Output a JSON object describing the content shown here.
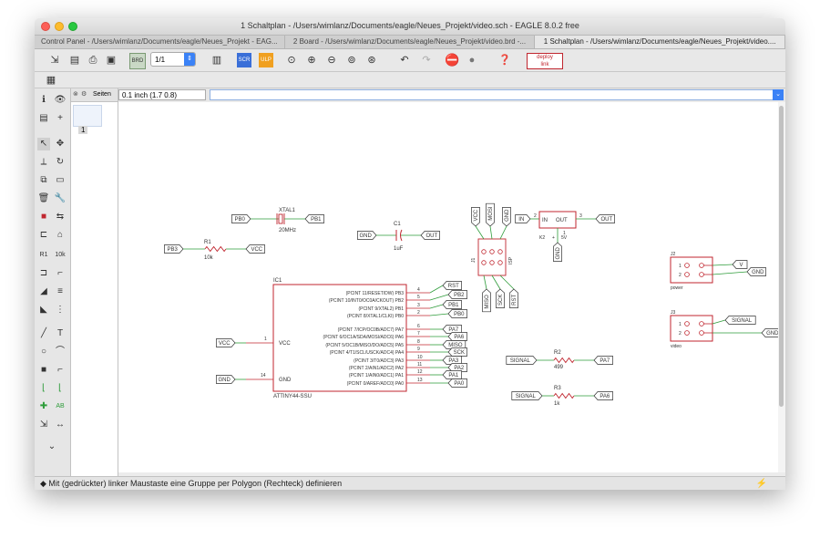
{
  "window": {
    "title": "1 Schaltplan - /Users/wimlanz/Documents/eagle/Neues_Projekt/video.sch - EAGLE 8.0.2 free"
  },
  "tabs": [
    {
      "label": "Control Panel - /Users/wimlanz/Documents/eagle/Neues_Projekt - EAG..."
    },
    {
      "label": "2 Board - /Users/wimlanz/Documents/eagle/Neues_Projekt/video.brd -..."
    },
    {
      "label": "1 Schaltplan - /Users/wimlanz/Documents/eagle/Neues_Projekt/video...."
    }
  ],
  "toolbar": {
    "sheet_value": "1/1",
    "deploy_label": "deploy",
    "link_label": "link"
  },
  "sheet_panel": {
    "header": "Seiten",
    "sheet_number": "1"
  },
  "coords": {
    "value": "0.1 inch (1.7 0.8)",
    "command": ""
  },
  "status": {
    "text": "Mit (gedrückter) linker Maustaste eine Gruppe per Polygon (Rechteck) definieren"
  },
  "schematic": {
    "xtal": {
      "name": "XTAL1",
      "value": "20MHz",
      "left_net": "PB0",
      "right_net": "PB1"
    },
    "r1": {
      "name": "R1",
      "value": "10k",
      "left_net": "PB3",
      "right_net": "VCC"
    },
    "c1": {
      "name": "C1",
      "value": "1uF",
      "left_net": "GND",
      "right_net": "OUT"
    },
    "regulator": {
      "in_label": "IN",
      "out_label": "OUT",
      "pin_in": "2",
      "pin_out": "3",
      "pin_gnd": "1",
      "bottom_left": "K2",
      "bottom_mid": "+",
      "bottom_right": "5V",
      "in_net": "IN",
      "out_net": "OUT",
      "gnd_net": "GND"
    },
    "isp": {
      "name": "J1",
      "label": "ISP",
      "top_nets": [
        "VCC",
        "MOSI",
        "GND"
      ],
      "bottom_nets": [
        "MISO",
        "SCK",
        "RST"
      ]
    },
    "ic1": {
      "name": "IC1",
      "part": "ATTINY44-SSU",
      "vcc_label": "VCC",
      "gnd_label": "GND",
      "vcc_net": "VCC",
      "gnd_net": "GND",
      "vcc_pin": "1",
      "gnd_pin": "14",
      "pins": [
        {
          "label": "(PCINT 11/RESET/DW) PB3",
          "num": "4",
          "net": "RST"
        },
        {
          "label": "(PCINT 10/INT0/OC0A/CKOUT) PB2",
          "num": "5",
          "net": "PB2"
        },
        {
          "label": "(PCINT 9/XTAL2) PB1",
          "num": "3",
          "net": "PB1"
        },
        {
          "label": "(PCINT 8/XTAL1/CLKI) PB0",
          "num": "2",
          "net": "PB0"
        },
        {
          "label": "(PCINT 7/ICP/OC0B/ADC7) PA7",
          "num": "6",
          "net": "PA7"
        },
        {
          "label": "(PCINT 6/OC1A/SDA/MOSI/ADC6) PA6",
          "num": "7",
          "net": "PA6"
        },
        {
          "label": "(PCINT 5/OC1B/MISO/DO/ADC5) PA5",
          "num": "8",
          "net": "MISO"
        },
        {
          "label": "(PCINT 4/T1/SCL/USCK/ADC4) PA4",
          "num": "9",
          "net": "SCK"
        },
        {
          "label": "(PCINT 3/T0/ADC3) PA3",
          "num": "10",
          "net": "PA3"
        },
        {
          "label": "(PCINT 2/AIN1/ADC2) PA2",
          "num": "11",
          "net": "PA2"
        },
        {
          "label": "(PCINT 1/AIN0/ADC1) PA1",
          "num": "12",
          "net": "PA1"
        },
        {
          "label": "(PCINT 0/AREF/ADC0) PA0",
          "num": "13",
          "net": "PA0"
        }
      ]
    },
    "r2": {
      "name": "R2",
      "value": "499",
      "left_net": "SIGNAL",
      "right_net": "PA7"
    },
    "r3": {
      "name": "R3",
      "value": "1k",
      "left_net": "SIGNAL",
      "right_net": "PA6"
    },
    "j2": {
      "name": "J2",
      "label": "power",
      "net1": "V",
      "net2": "GND",
      "pin1": "1",
      "pin2": "2"
    },
    "j3": {
      "name": "J3",
      "label": "video",
      "net1": "SIGNAL",
      "net2": "GND",
      "pin1": "1",
      "pin2": "2"
    },
    "colors": {
      "symbol": "#c0262f",
      "wire": "#2e9c3a",
      "net": "#333333",
      "pin": "#c0262f"
    }
  }
}
